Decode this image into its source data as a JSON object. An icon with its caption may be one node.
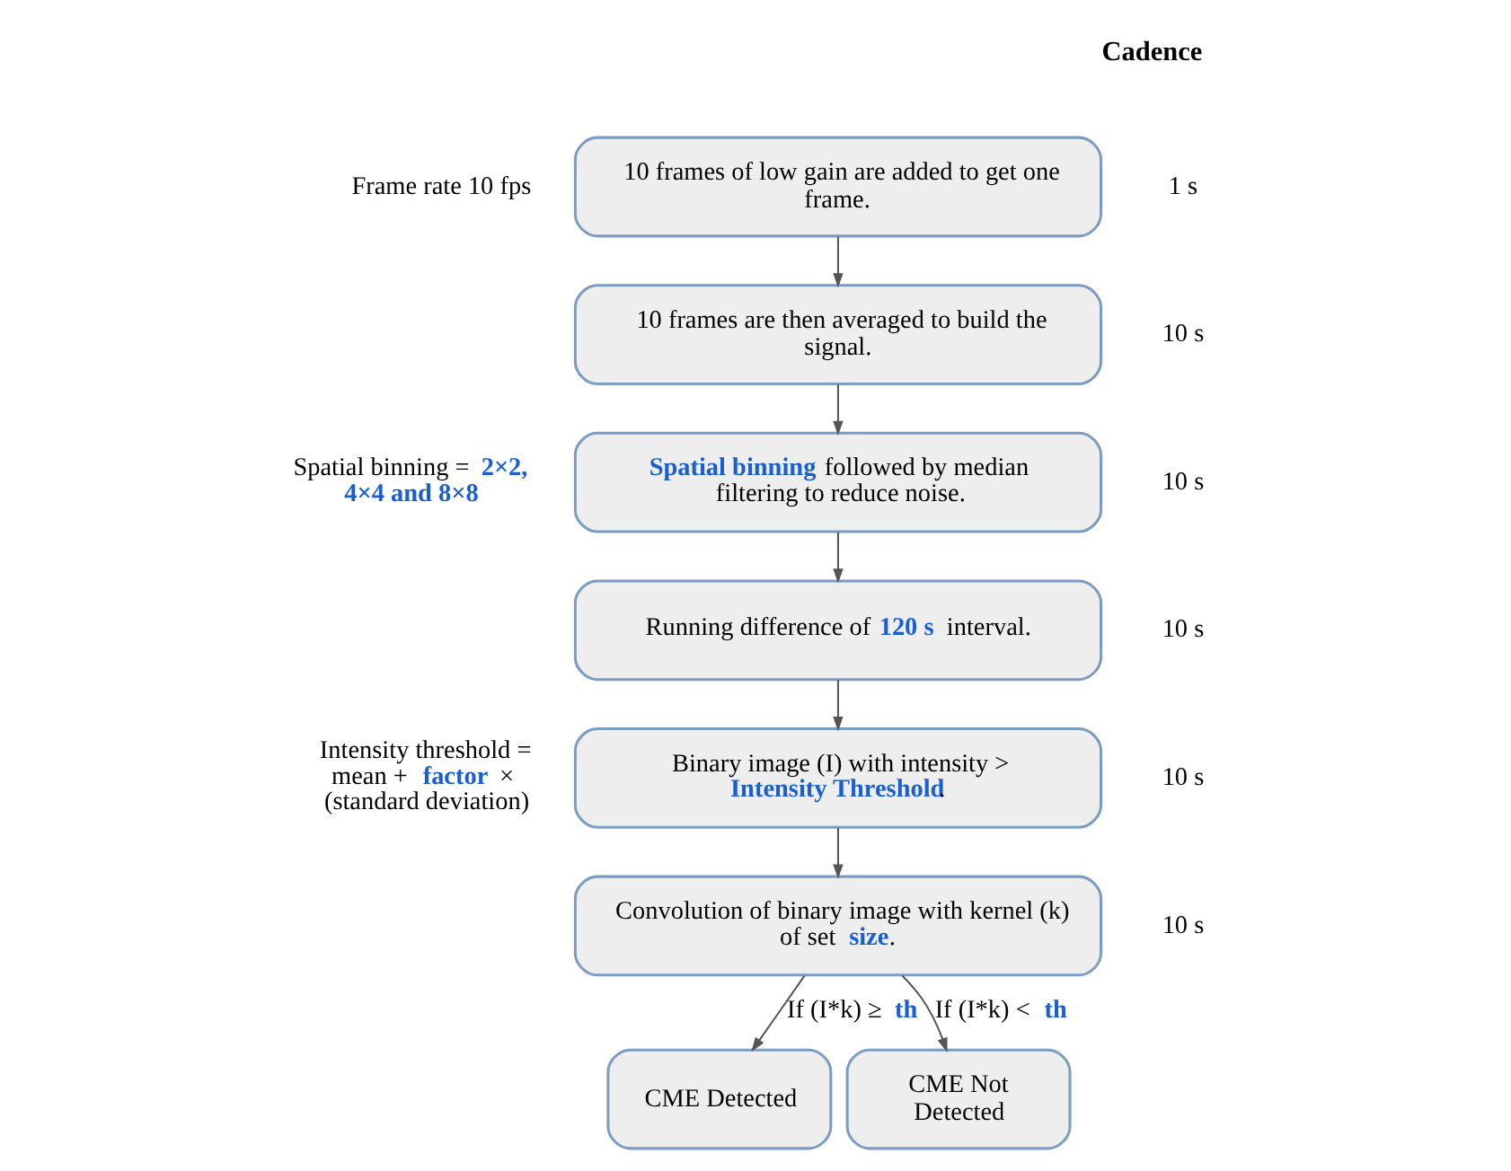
{
  "diagram": {
    "nodes": [
      {
        "text": [
          "10 frames of low gain are added to get one frame."
        ],
        "beside": [
          "Frame rate 10 fps",
          "1 s"
        ]
      },
      {
        "text": [
          "10 frames are then averaged to build the signal."
        ],
        "beside": [
          "10 s"
        ]
      },
      {
        "text": [
          "**Spatial binning** followed by median filtering to reduce noise."
        ],
        "beside": [
          "Spatial binning = **2×2, 4×4 and 8×8**",
          "10 s"
        ]
      },
      {
        "text": [
          "Running difference of **120 s** interval."
        ],
        "beside": [
          "10 s"
        ]
      },
      {
        "text": [
          "Binary image (I) with intensity > **Intensity Threshold**."
        ],
        "beside": [
          "Intensity threshold = mean + **factor** × (standard deviation)",
          "10 s"
        ]
      },
      {
        "text": [
          "Convolution of binary image with kernel (k) of set **size**."
        ],
        "beside": [
          "10 s"
        ]
      },
      {
        "text": [
          "CME Detected"
        ]
      },
      {
        "text": [
          "CME Not Detected"
        ]
      }
    ],
    "edges": [
      {
        "from": 0,
        "to": 1,
        "arrow": "to"
      },
      {
        "from": 1,
        "to": 2,
        "arrow": "to"
      },
      {
        "from": 2,
        "to": 3,
        "arrow": "to"
      },
      {
        "from": 3,
        "to": 4,
        "arrow": "to"
      },
      {
        "from": 4,
        "to": 5,
        "arrow": "to"
      },
      {
        "from": 5,
        "to": 6,
        "arrow": "to",
        "label": "If (I*k) ≥ **th**"
      },
      {
        "from": 5,
        "to": 7,
        "arrow": "to",
        "label": "If (I*k) < **th**"
      }
    ],
    "labels": [
      "Cadence"
    ]
  }
}
